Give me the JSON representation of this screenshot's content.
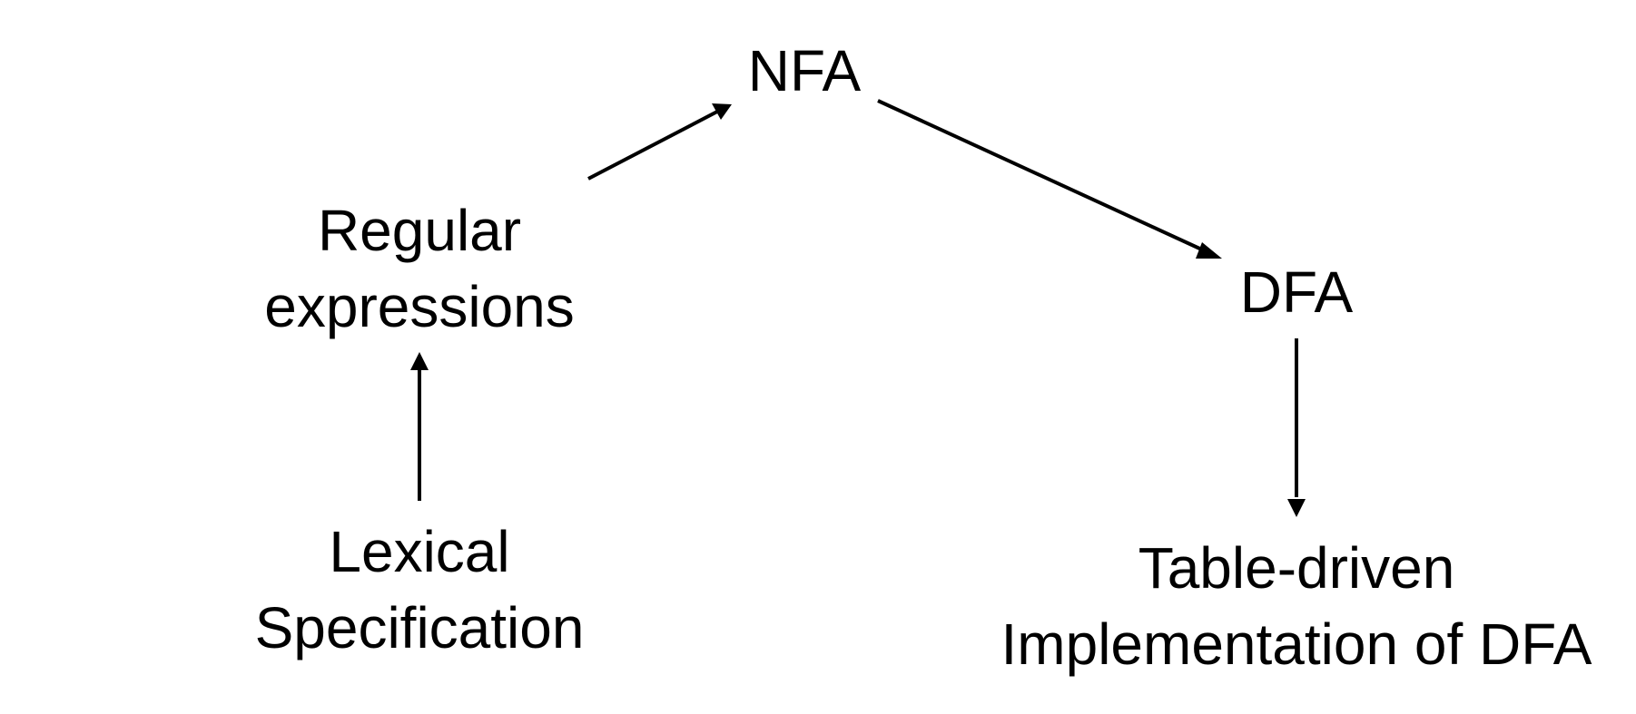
{
  "nodes": {
    "nfa": {
      "lines": [
        "NFA"
      ]
    },
    "regex": {
      "lines": [
        "Regular",
        "expressions"
      ]
    },
    "dfa": {
      "lines": [
        "DFA"
      ]
    },
    "lexical": {
      "lines": [
        "Lexical",
        "Specification"
      ]
    },
    "table": {
      "lines": [
        "Table-driven",
        "Implementation of DFA"
      ]
    }
  },
  "edges": [
    {
      "from": "lexical",
      "to": "regex"
    },
    {
      "from": "regex",
      "to": "nfa"
    },
    {
      "from": "nfa",
      "to": "dfa"
    },
    {
      "from": "dfa",
      "to": "table"
    }
  ],
  "colors": {
    "text": "#000000",
    "arrow": "#000000",
    "background": "#ffffff"
  }
}
